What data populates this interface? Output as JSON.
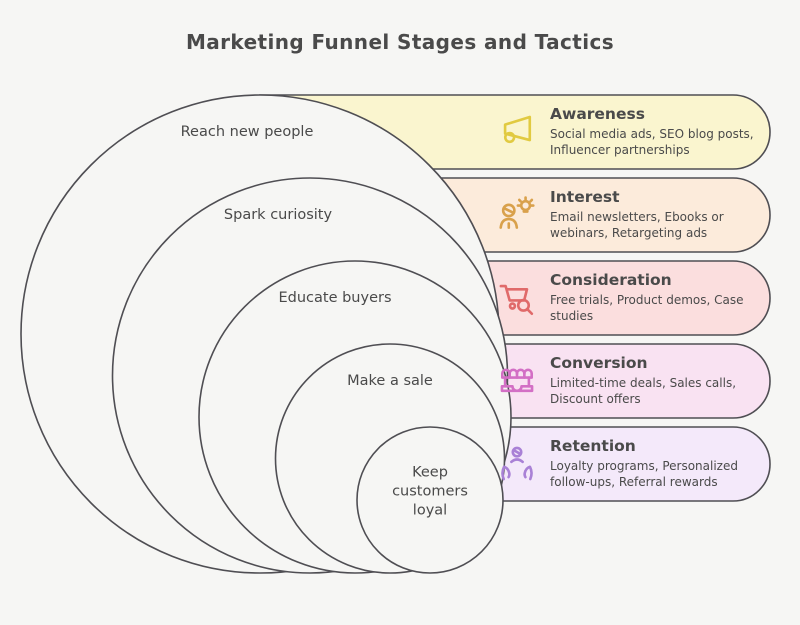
{
  "title": "Marketing Funnel Stages and Tactics",
  "colors": {
    "background": "#f6f6f4",
    "outline": "#4f4e53",
    "text": "#4a4a4a"
  },
  "funnel": {
    "stages": [
      {
        "circle_label": "Reach new people",
        "name": "Awareness",
        "tactics": "Social media ads, SEO blog posts, Influencer partnerships",
        "band_color": "#faf5cf",
        "icon": "megaphone-icon",
        "icon_color": "#e1ca41"
      },
      {
        "circle_label": "Spark curiosity",
        "name": "Interest",
        "tactics": "Email newsletters, Ebooks or webinars, Retargeting ads",
        "band_color": "#fcebdb",
        "icon": "person-idea-icon",
        "icon_color": "#d9a14c"
      },
      {
        "circle_label": "Educate buyers",
        "name": "Consideration",
        "tactics": "Free trials, Product demos, Case studies",
        "band_color": "#fbdede",
        "icon": "cart-search-icon",
        "icon_color": "#e06a6a"
      },
      {
        "circle_label": "Make a sale",
        "name": "Conversion",
        "tactics": "Limited-time deals, Sales calls, Discount offers",
        "band_color": "#f9e2f2",
        "icon": "storefront-icon",
        "icon_color": "#d36fc5"
      },
      {
        "circle_label": "Keep customers loyal",
        "name": "Retention",
        "tactics": "Loyalty programs, Personalized follow-ups, Referral rewards",
        "band_color": "#f4e9fa",
        "icon": "caring-hands-icon",
        "icon_color": "#a981d6"
      }
    ]
  }
}
